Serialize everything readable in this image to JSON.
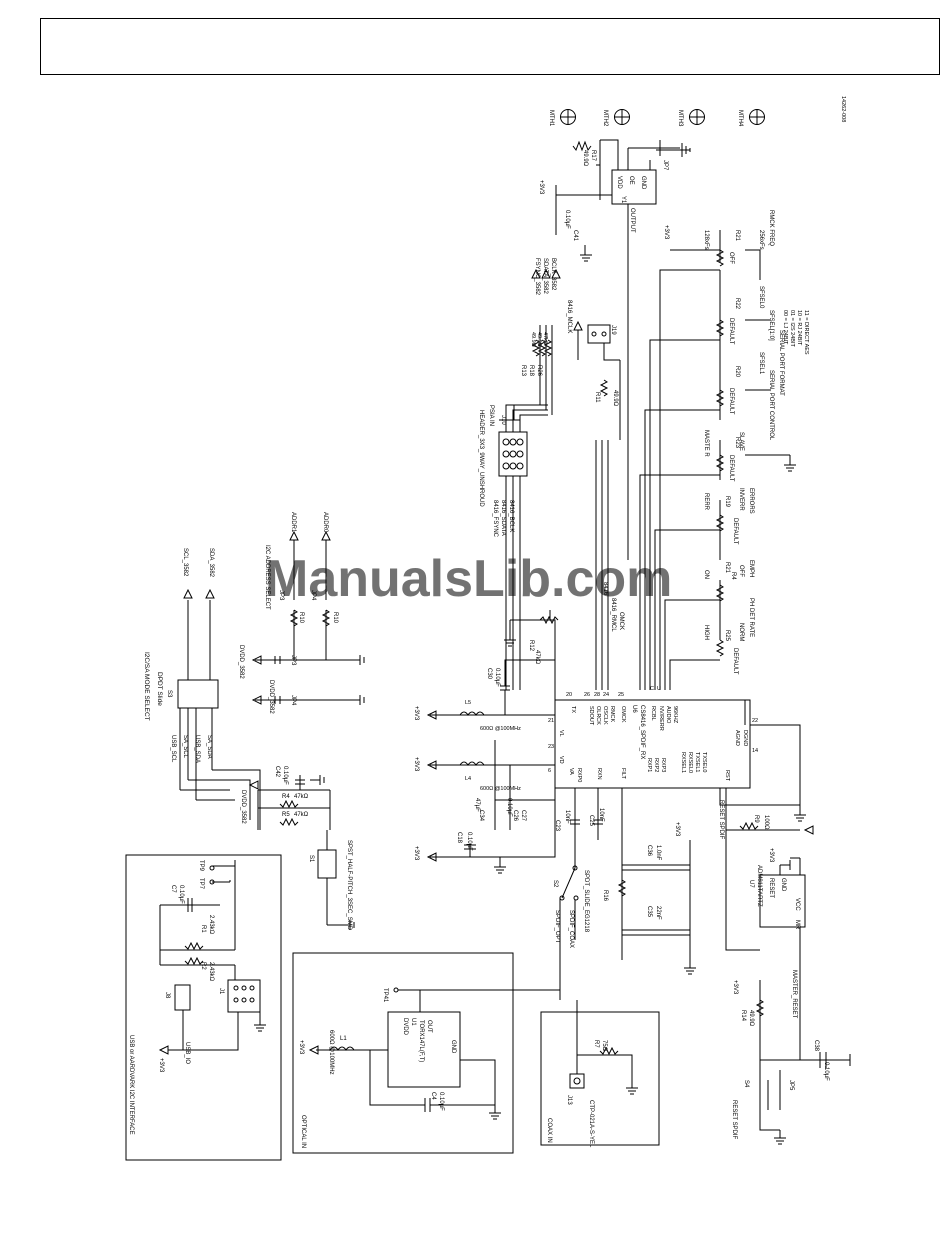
{
  "figure_number": "14262-008",
  "watermark": "ManualsLib.com",
  "colors": {
    "line": "#000000",
    "watermark": "#7fa7e3",
    "background": "#ffffff"
  },
  "mounting_holes": [
    "MTH1",
    "MTH2",
    "MTH3",
    "MTH4"
  ],
  "regions": {
    "usb": "USB or AARDVARK I2C INTERFACE",
    "optical": "OPTICAL IN",
    "coax": "COAX IN"
  },
  "titles": {
    "i2c_mode": "I2C/SA MODE SELECT",
    "dpdt": "DPDT Slide",
    "i2c_addr": "I2C ADDRESS SELECT",
    "psia": "PSIA IN",
    "serial_control": "SERIAL PORT CONTROL",
    "serial_format": "SERIAL PORT FORMAT",
    "sfsel": "SFSEL[1:0]",
    "sfsel_options": [
      "00 = LJ 24BIT",
      "01 = I2S 24BIT",
      "10 = RJ 24BIT",
      "11 = DIRECT AES"
    ],
    "rmck_freq": "RMCK FREQ",
    "ph_det": "PH DET RATE",
    "emph": "EMPH",
    "errors": "ERRORS",
    "reset_spdif": "RESET SPDIF",
    "master_reset": "MASTER_RESET",
    "reset_spdif_btn": "RESET SPDIF"
  },
  "u6": {
    "ref": "U6",
    "part": "CS8416_SPDIF_RX",
    "pins": [
      "SDOUT",
      "OLRCK",
      "OSCLK",
      "RMCK",
      "OMCK",
      "TX",
      "VL",
      "VD",
      "VA",
      "RXP0",
      "RXN",
      "FILT",
      "RXP1",
      "RXP2",
      "RXP3",
      "RXSEL1",
      "RXSEL0",
      "TXSEL1",
      "TXSEL0",
      "RST",
      "AGND",
      "DGND",
      "RCBL",
      "NV/RERR",
      "AUDIO",
      "96KHZ",
      "C",
      "U"
    ],
    "pin_numbers": [
      "26",
      "28",
      "25",
      "24",
      "25",
      "20",
      "21",
      "23",
      "6",
      "4",
      "5",
      "8",
      "3",
      "2",
      "1",
      "10",
      "9",
      "15",
      "14",
      "22",
      "7",
      "19",
      "17",
      "16",
      "13",
      "12",
      "11"
    ]
  },
  "u1": {
    "ref": "U1",
    "part": "TORX147L(F,T)",
    "pins": [
      "DVDD",
      "GND",
      "OUT"
    ],
    "pin_numbers": [
      "3",
      "2",
      "1"
    ]
  },
  "u7": {
    "ref": "U7",
    "part": "ADM811TARTZ",
    "pins": [
      "RESET",
      "GND",
      "VCC",
      "MR"
    ],
    "pin_numbers": [
      "2",
      "1",
      "4",
      "3"
    ]
  },
  "y1": {
    "ref": "Y1",
    "pins": [
      "OE",
      "VDD",
      "GND",
      "OUTPUT"
    ],
    "pin_numbers": [
      "1",
      "4",
      "2",
      "3"
    ]
  },
  "connectors": {
    "j8": "J8",
    "j1": "J1",
    "j10": "J10",
    "j13": "J13",
    "j19": "J19",
    "j10_part": "HEADER_3X3_9WAY_UNSHROUD",
    "j13_part": "CTP-021A-S-YEL",
    "usb_io": "USB_IO"
  },
  "switches": {
    "s1": "S1",
    "s1_part": "SPST_HALF-PITCH_3SEC_SMD",
    "s2": "S2",
    "s2_part": "SPDT_SLIDE_EG1218",
    "s3": "S3",
    "s4": "S4"
  },
  "nets": {
    "p3v3": "+3V3",
    "dvdd_3582": "DVDD_3582",
    "scl_3582": "SCL_3582",
    "sda_3582": "SDA_3582",
    "usb_scl": "USB_SCL",
    "usb_sda": "USB_SDA",
    "sa_scl": "SA_SCL",
    "sa_sda": "SA_SDA",
    "addr0": "ADDR0",
    "addr1": "ADDR1",
    "fsync": "FSYNC_3582",
    "sdata": "SDATA_3582",
    "bclk": "BCLK_3582",
    "mclk": "8416_MCLK",
    "bus_fsync": "8416_FSYNC",
    "bus_sdata": "8416_SDATA",
    "bus_bclk": "8416_BCLK",
    "bus_rmclk": "8416_RMCL",
    "bus_s": "8416",
    "omck": "OMCK",
    "spdif_opt": "SPDIF_OPT",
    "spdif_coax": "SPDIF_COAX",
    "tp41": "TP41",
    "tp7": "TP7",
    "tp9": "TP9"
  },
  "jumpers": [
    "JP3",
    "JP4",
    "JP5",
    "JP7"
  ],
  "resistors": [
    {
      "ref": "R1",
      "value": "2.43kΩ"
    },
    {
      "ref": "R2",
      "value": "2.43kΩ"
    },
    {
      "ref": "R4",
      "value": "47kΩ"
    },
    {
      "ref": "R5",
      "value": "47kΩ"
    },
    {
      "ref": "R7",
      "value": "75Ω"
    },
    {
      "ref": "R8",
      "value": "10kΩ"
    },
    {
      "ref": "R9",
      "value": "100Ω"
    },
    {
      "ref": "R10",
      "value": ""
    },
    {
      "ref": "R11",
      "value": "49.9Ω"
    },
    {
      "ref": "R12",
      "value": "47kΩ"
    },
    {
      "ref": "R13",
      "value": "49.9Ω"
    },
    {
      "ref": "R14",
      "value": "3.01kΩ"
    },
    {
      "ref": "R16",
      "value": ""
    },
    {
      "ref": "R17",
      "value": "49.9Ω"
    },
    {
      "ref": "R18",
      "value": "49.9Ω"
    },
    {
      "ref": "R26",
      "value": "47kΩ"
    },
    {
      "ref": "R19",
      "value": "DEFAULT"
    },
    {
      "ref": "R20",
      "value": "DEFAULT"
    },
    {
      "ref": "R21",
      "value": "OFF"
    },
    {
      "ref": "R22",
      "value": "DEFAULT"
    },
    {
      "ref": "R23",
      "value": "DEFAULT"
    },
    {
      "ref": "R24",
      "value": "DEFAULT"
    },
    {
      "ref": "R25",
      "value": "DEFAULT"
    }
  ],
  "capacitors": [
    {
      "ref": "C4",
      "value": "0.10µF"
    },
    {
      "ref": "C7",
      "value": "0.10µF"
    },
    {
      "ref": "C18",
      "value": "0.10µF"
    },
    {
      "ref": "C23",
      "value": "10nF"
    },
    {
      "ref": "C25",
      "value": "10nF"
    },
    {
      "ref": "C26",
      "value": "0.10µF"
    },
    {
      "ref": "C27",
      "value": ""
    },
    {
      "ref": "C30",
      "value": "0.10µF"
    },
    {
      "ref": "C34",
      "value": "47µF"
    },
    {
      "ref": "C35",
      "value": "22nF"
    },
    {
      "ref": "C36",
      "value": "1.0nF"
    },
    {
      "ref": "C38",
      "value": "0.10µF"
    },
    {
      "ref": "C41",
      "value": "0.10µF"
    },
    {
      "ref": "C42",
      "value": "0.10µF"
    }
  ],
  "inductors": [
    {
      "ref": "L1",
      "value": "600Ω @100MHz"
    },
    {
      "ref": "L4",
      "value": "600Ω @100MHz"
    },
    {
      "ref": "L5",
      "value": "600Ω @100MHz"
    }
  ],
  "option_labels": {
    "r23_hi": "128xFs",
    "r23_lo": "256xFs",
    "r24": "SFSEL0",
    "r20": "SFSEL1",
    "r22_a": "MASTE R",
    "r22_b": "SLAVE",
    "r19_a": "RERR",
    "r19_b": "INVERR",
    "r21": "ON",
    "r25_a": "HIGH",
    "r25_b": "NORM"
  }
}
